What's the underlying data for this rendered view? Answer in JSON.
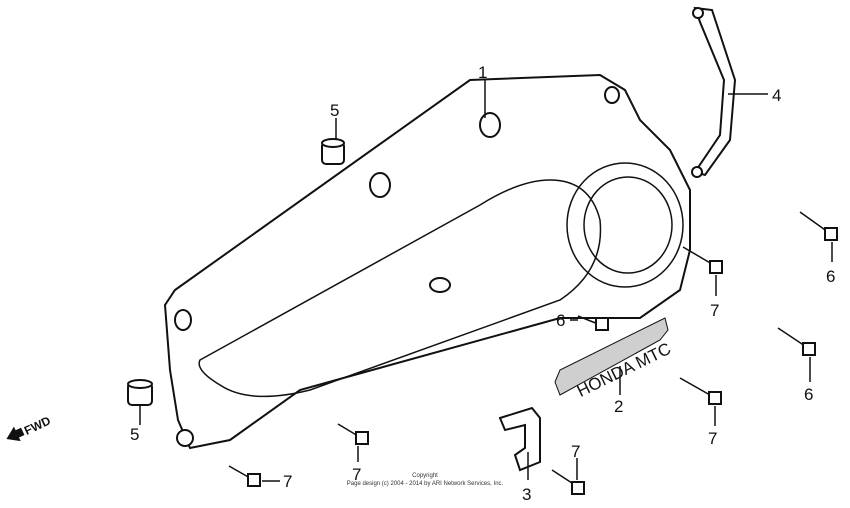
{
  "callouts": {
    "c1": "1",
    "c2": "2",
    "c3": "3",
    "c4": "4",
    "c5a": "5",
    "c5b": "5",
    "c6a": "6",
    "c6b": "6",
    "c6c": "6",
    "c7a": "7",
    "c7b": "7",
    "c7c": "7",
    "c7d": "7",
    "c7e": "7"
  },
  "emblem_text": "HONDA MTC",
  "fwd_label": "FWD",
  "copyright": {
    "line1": "Copyright",
    "line2": "Page design (c) 2004 - 2014 by ARI Network Services, Inc."
  }
}
